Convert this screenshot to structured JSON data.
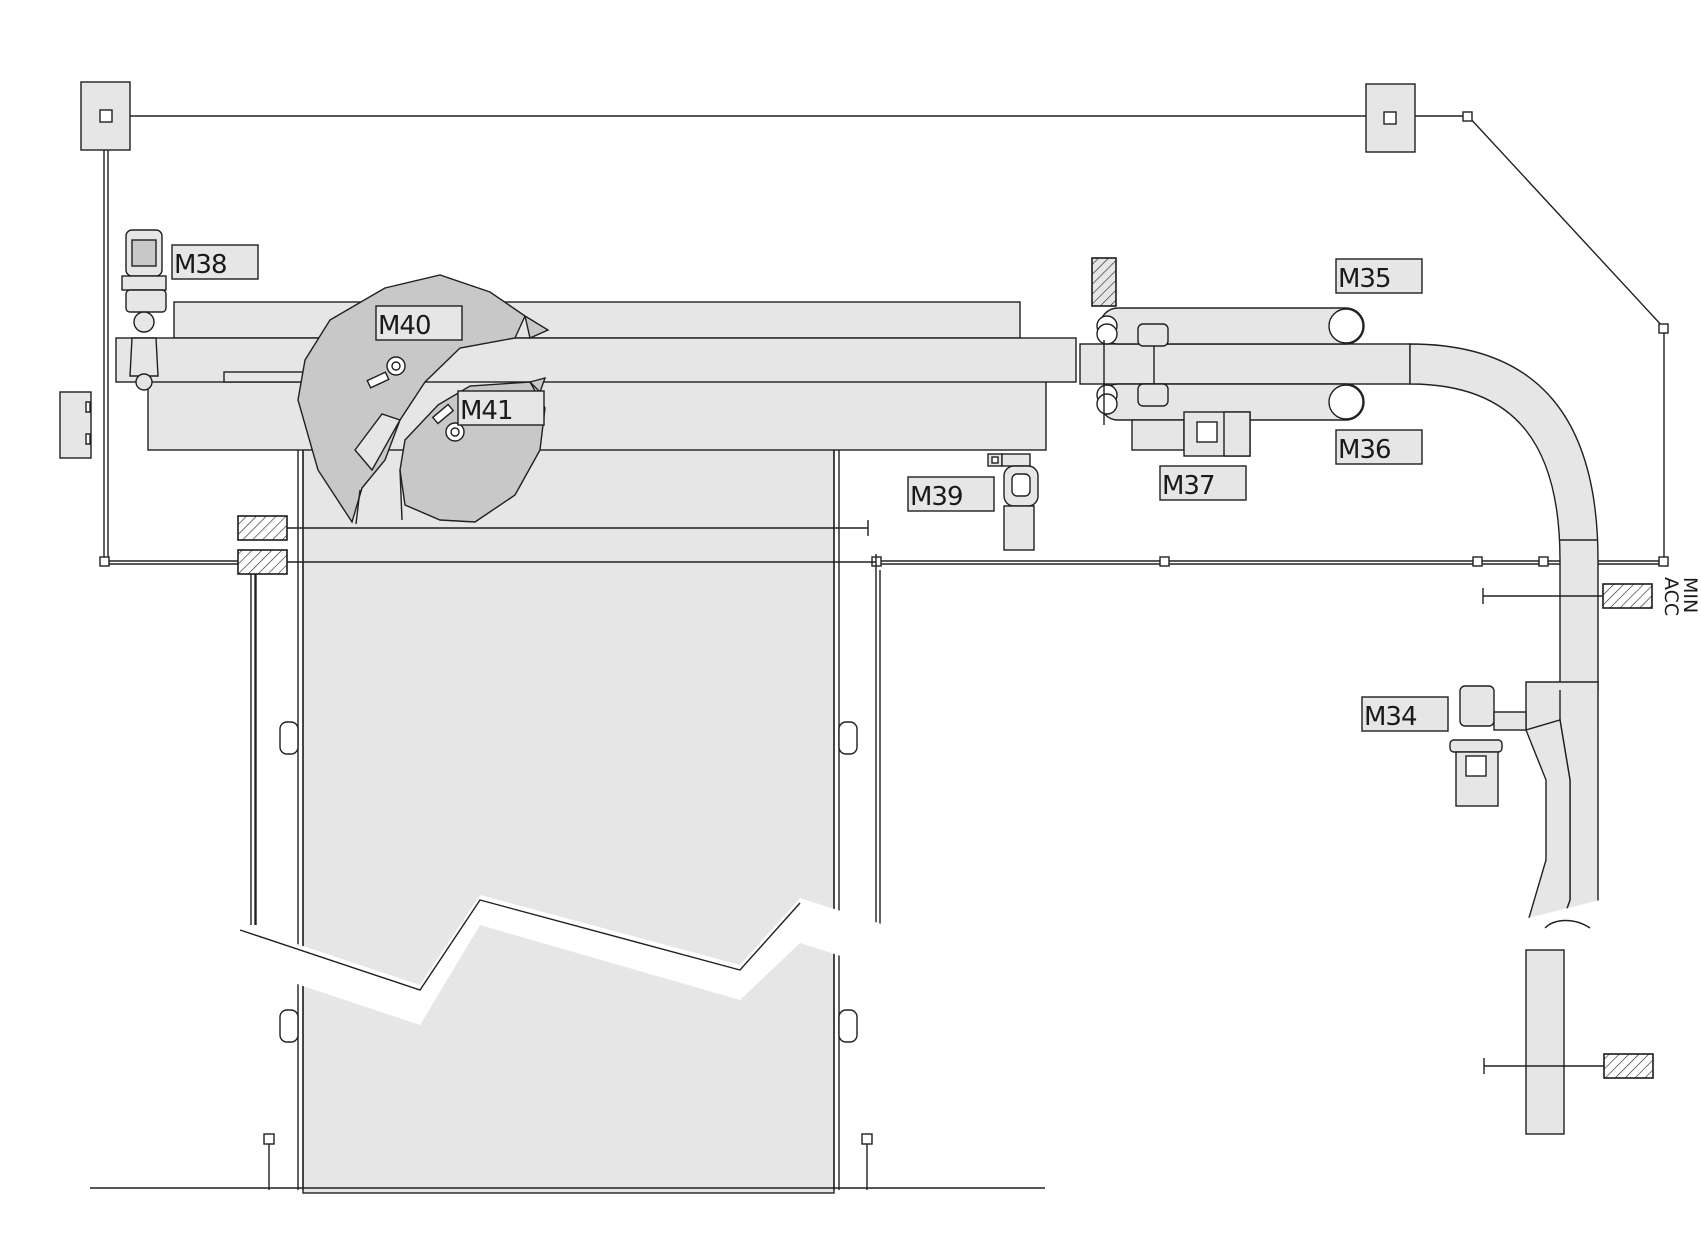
{
  "labels": {
    "m34": "M34",
    "m35": "M35",
    "m36": "M36",
    "m37": "M37",
    "m38": "M38",
    "m39": "M39",
    "m40": "M40",
    "m41": "M41"
  },
  "sensor_label_line1": "MIN",
  "sensor_label_line2": "ACC"
}
